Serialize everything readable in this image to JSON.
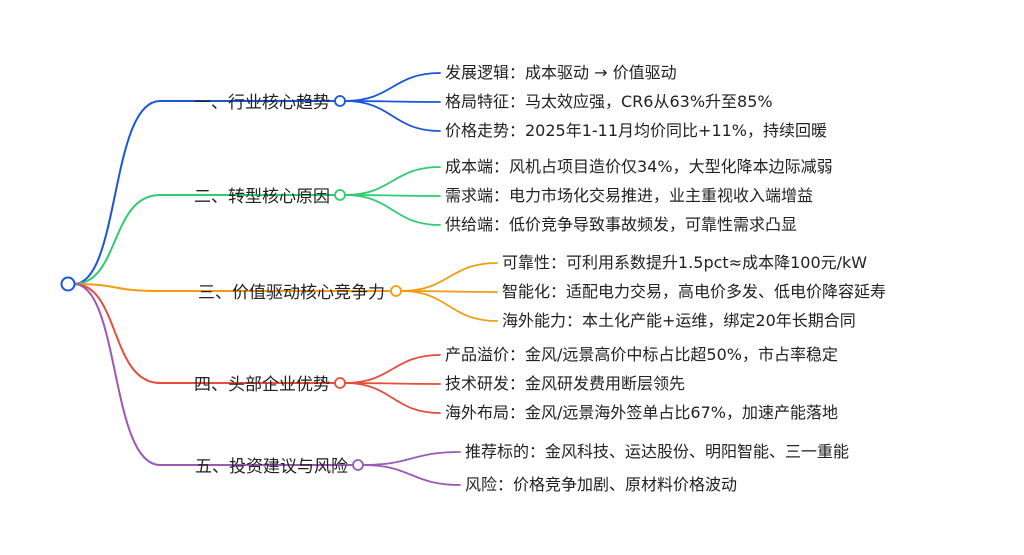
{
  "mindmap": {
    "branches": [
      {
        "label": "一、行业核心趋势",
        "color": "#1a56db",
        "leaves": [
          "发展逻辑：成本驱动 → 价值驱动",
          "格局特征：马太效应强，CR6从63%升至85%",
          "价格走势：2025年1-11月均价同比+11%，持续回暖"
        ]
      },
      {
        "label": "二、转型核心原因",
        "color": "#2ecc71",
        "leaves": [
          "成本端：风机占项目造价仅34%，大型化降本边际减弱",
          "需求端：电力市场化交易推进，业主重视收入端增益",
          "供给端：低价竞争导致事故频发，可靠性需求凸显"
        ]
      },
      {
        "label": "三、价值驱动核心竞争力",
        "color": "#f39c12",
        "leaves": [
          "可靠性：可利用系数提升1.5pct≈成本降100元/kW",
          "智能化：适配电力交易，高电价多发、低电价降容延寿",
          "海外能力：本土化产能+运维，绑定20年长期合同"
        ]
      },
      {
        "label": "四、头部企业优势",
        "color": "#e74c3c",
        "leaves": [
          "产品溢价：金风/远景高价中标占比超50%，市占率稳定",
          "技术研发：金风研发费用断层领先",
          "海外布局：金风/远景海外签单占比67%，加速产能落地"
        ]
      },
      {
        "label": "五、投资建议与风险",
        "color": "#9b59b6",
        "leaves": [
          "推荐标的：金风科技、运达股份、明阳智能、三一重能",
          "风险：价格竞争加剧、原材料价格波动"
        ]
      }
    ]
  }
}
